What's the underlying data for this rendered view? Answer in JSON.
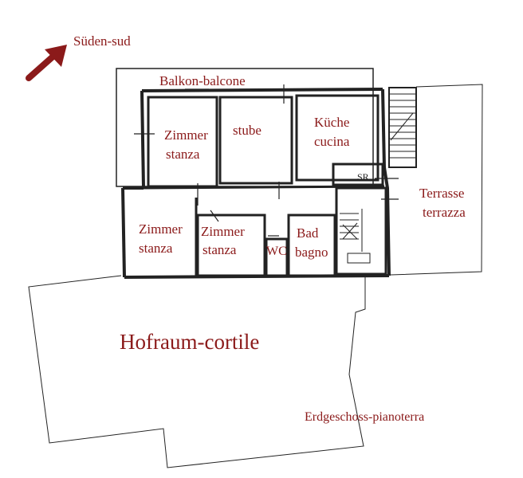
{
  "colors": {
    "label": "#8b1a1a",
    "arrow": "#8b1a1a",
    "ink": "#222222"
  },
  "icons": {
    "orientation": "north-arrow-icon",
    "stairs": "staircase-icon"
  },
  "labels": {
    "orientation": "Süden-sud",
    "balcony": "Balkon-balcone",
    "room_zimmer_1_de": "Zimmer",
    "room_zimmer_1_it": "stanza",
    "room_stube": "stube",
    "room_kueche_de": "Küche",
    "room_kueche_it": "cucina",
    "sr": "SR",
    "terrace_de": "Terrasse",
    "terrace_it": "terrazza",
    "room_zimmer_2_de": "Zimmer",
    "room_zimmer_2_it": "stanza",
    "room_zimmer_3_de": "Zimmer",
    "room_zimmer_3_it": "stanza",
    "wc": "WC",
    "bad_de": "Bad",
    "bad_it": "bagno",
    "courtyard": "Hofraum-cortile",
    "floor": "Erdgeschoss-pianoterra"
  }
}
